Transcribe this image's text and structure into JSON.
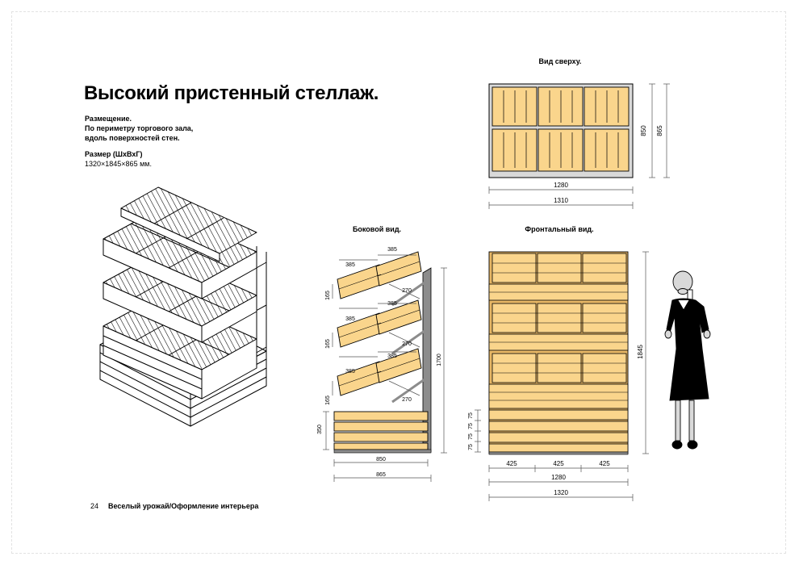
{
  "page": {
    "title": "Высокий пристенный стеллаж.",
    "placement_heading": "Размещение.",
    "placement_line1": "По периметру торгового зала,",
    "placement_line2": "вдоль поверхностей стен.",
    "size_heading": "Размер (ШхВхГ)",
    "size_value": "1320×1845×865 мм.",
    "page_number": "24",
    "footer": "Веселый урожай/Оформление интерьера"
  },
  "views": {
    "top": {
      "title": "Вид сверху.",
      "width_inner": "1280",
      "width_outer": "1310",
      "depth_inner": "850",
      "depth_outer": "865"
    },
    "side": {
      "title": "Боковой вид.",
      "crate_width": "385",
      "crate_height": "165",
      "shelf_depth": "270",
      "height": "1700",
      "base_height": "350",
      "width_inner": "850",
      "width_outer": "865"
    },
    "front": {
      "title": "Фронтальный вид.",
      "height": "1845",
      "board": "75",
      "column": "425",
      "width_inner": "1280",
      "width_outer": "1320"
    }
  },
  "colors": {
    "wood": "#fad58c",
    "wood_dark": "#e8b866",
    "frame_grey": "#8c8c8c",
    "dimension": "#555555"
  }
}
